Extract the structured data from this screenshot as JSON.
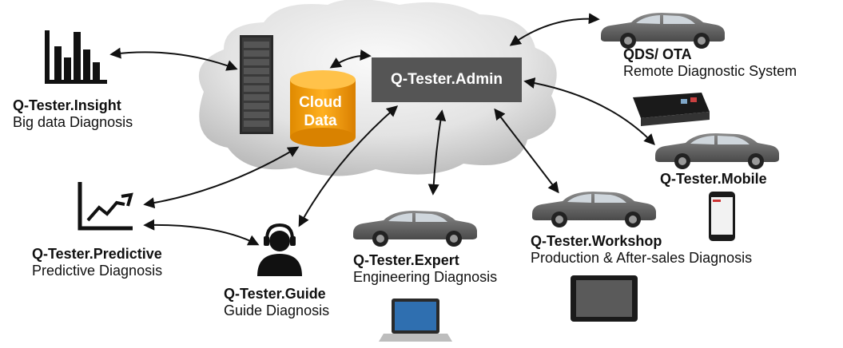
{
  "center": {
    "admin": "Q-Tester.Admin",
    "cloud_data_line1": "Cloud",
    "cloud_data_line2": "Data"
  },
  "nodes": {
    "insight": {
      "title": "Q-Tester.Insight",
      "subtitle": "Big data Diagnosis",
      "icon": "bar-chart-icon"
    },
    "predictive": {
      "title": "Q-Tester.Predictive",
      "subtitle": "Predictive Diagnosis",
      "icon": "trend-chart-icon"
    },
    "guide": {
      "title": "Q-Tester.Guide",
      "subtitle": "Guide Diagnosis",
      "icon": "headset-user-icon"
    },
    "expert": {
      "title": "Q-Tester.Expert",
      "subtitle": "Engineering Diagnosis",
      "icon": "laptop-icon"
    },
    "workshop": {
      "title": "Q-Tester.Workshop",
      "subtitle": "Production & After-sales Diagnosis",
      "icon": "tablet-icon"
    },
    "mobile": {
      "title": "Q-Tester.Mobile",
      "subtitle": "",
      "icon": "smartphone-icon"
    },
    "qds": {
      "title": "QDS/ OTA",
      "subtitle": "Remote Diagnostic System",
      "icon": "telematics-unit-icon"
    }
  },
  "colors": {
    "cloud": "#dcdcdc",
    "admin_box": "#555555",
    "database": "#f39c12",
    "car": "#6b6b6b"
  }
}
